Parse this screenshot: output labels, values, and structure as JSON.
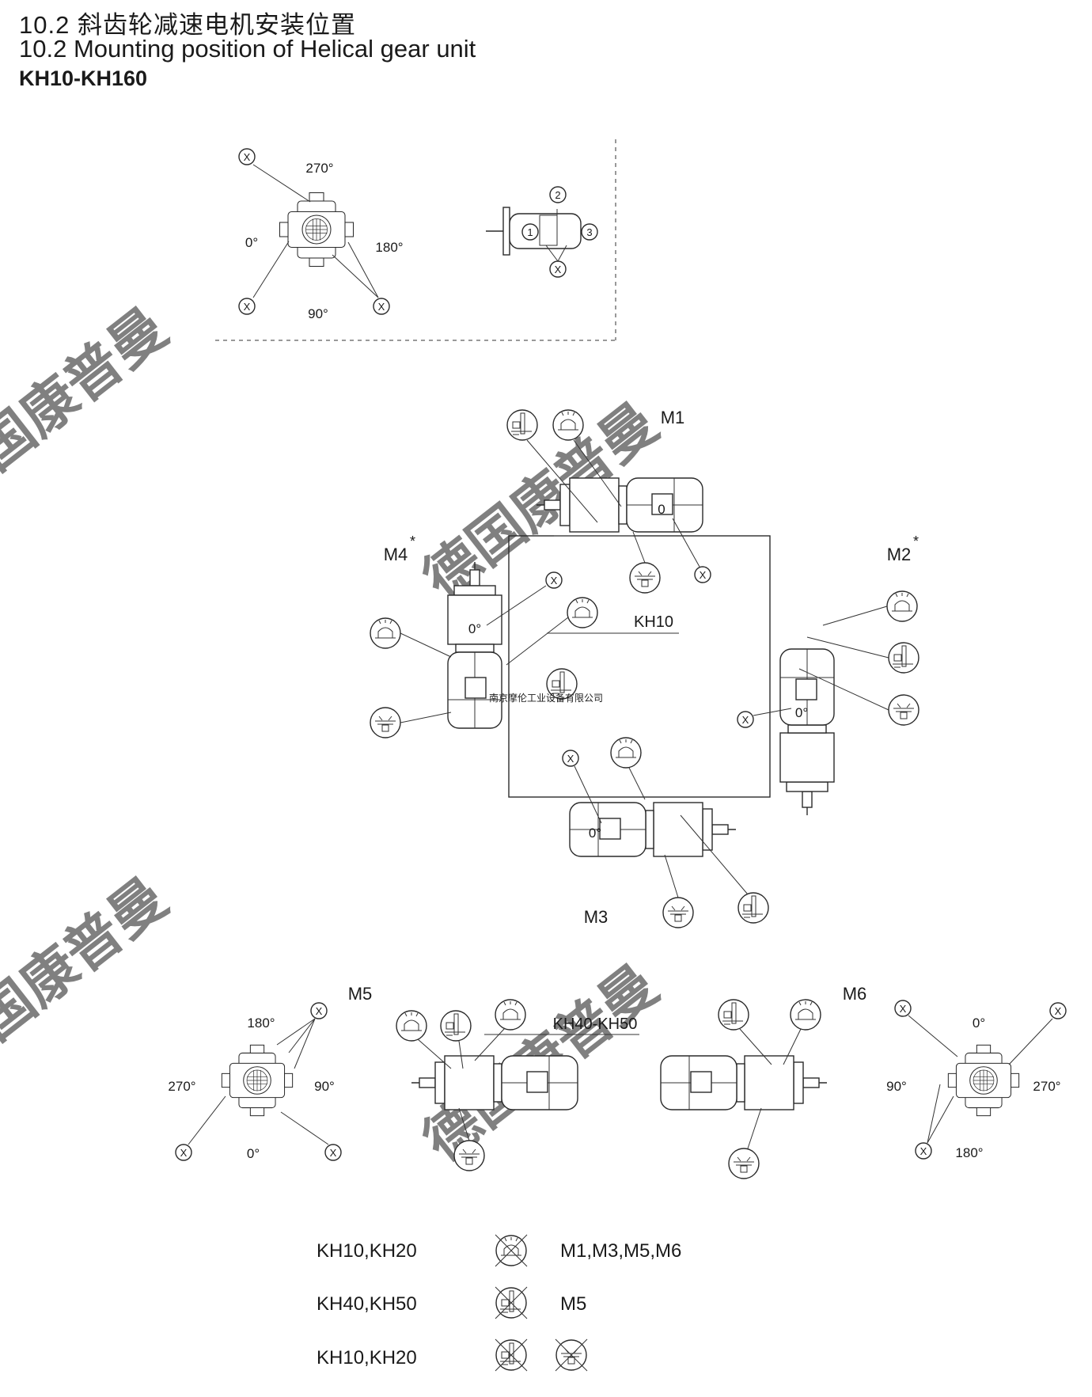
{
  "header": {
    "title_cn": "10.2 斜齿轮减速电机安装位置",
    "title_en": "10.2 Mounting position of Helical gear unit",
    "model_range": "KH10-KH160"
  },
  "position_key": {
    "angles": {
      "top": "270°",
      "left": "0°",
      "right": "180°",
      "bottom": "90°"
    },
    "x_marker": "X",
    "side_numbers": [
      "1",
      "2",
      "3"
    ]
  },
  "center_diagram": {
    "positions": [
      {
        "id": "M1",
        "label": "M1",
        "angle": "0"
      },
      {
        "id": "M2",
        "label": "M2",
        "star": "*",
        "angle": "0°"
      },
      {
        "id": "M3",
        "label": "M3",
        "angle": "0°"
      },
      {
        "id": "M4",
        "label": "M4",
        "star": "*",
        "angle": "0°"
      }
    ],
    "model_note": "KH10",
    "company_label": "南京摩伦工业设备有限公司"
  },
  "m5_group": {
    "label": "M5",
    "angles": {
      "top": "180°",
      "left": "270°",
      "right": "90°",
      "bottom": "0°"
    },
    "model_note": "KH40-KH50"
  },
  "m6_group": {
    "label": "M6",
    "angles": {
      "top": "0°",
      "left": "90°",
      "right": "270°",
      "bottom": "180°"
    }
  },
  "legend": [
    {
      "models": "KH10,KH20",
      "positions": "M1,M3,M5,M6"
    },
    {
      "models": "KH40,KH50",
      "positions": "M5"
    },
    {
      "models": "KH10,KH20",
      "positions": ""
    }
  ],
  "watermark": "德国康普曼"
}
